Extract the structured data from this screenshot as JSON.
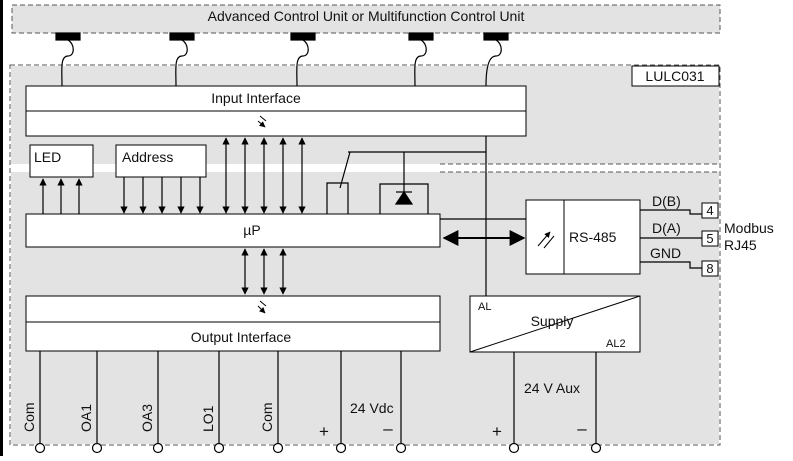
{
  "header": {
    "title": "Advanced Control Unit or Multifunction Control Unit"
  },
  "module": {
    "code": "LULC031"
  },
  "blocks": {
    "input_interface": "Input Interface",
    "output_interface": "Output Interface",
    "led": "LED",
    "address": "Address",
    "microprocessor": "µP",
    "rs485": "RS-485",
    "supply": "Supply",
    "supply_marks": [
      "AL",
      "AL2"
    ]
  },
  "bus_signals": [
    {
      "label": "D(B)",
      "pin": "4"
    },
    {
      "label": "D(A)",
      "pin": "5"
    },
    {
      "label": "GND",
      "pin": "8"
    }
  ],
  "connector": {
    "line1": "Modbus",
    "line2": "RJ45"
  },
  "terminals": [
    "Com",
    "OA1",
    "OA3",
    "LO1",
    "Com"
  ],
  "power": {
    "output_supply_label": "24 Vdc",
    "aux_supply_label": "24 V Aux",
    "plus": "+",
    "minus": "–"
  }
}
